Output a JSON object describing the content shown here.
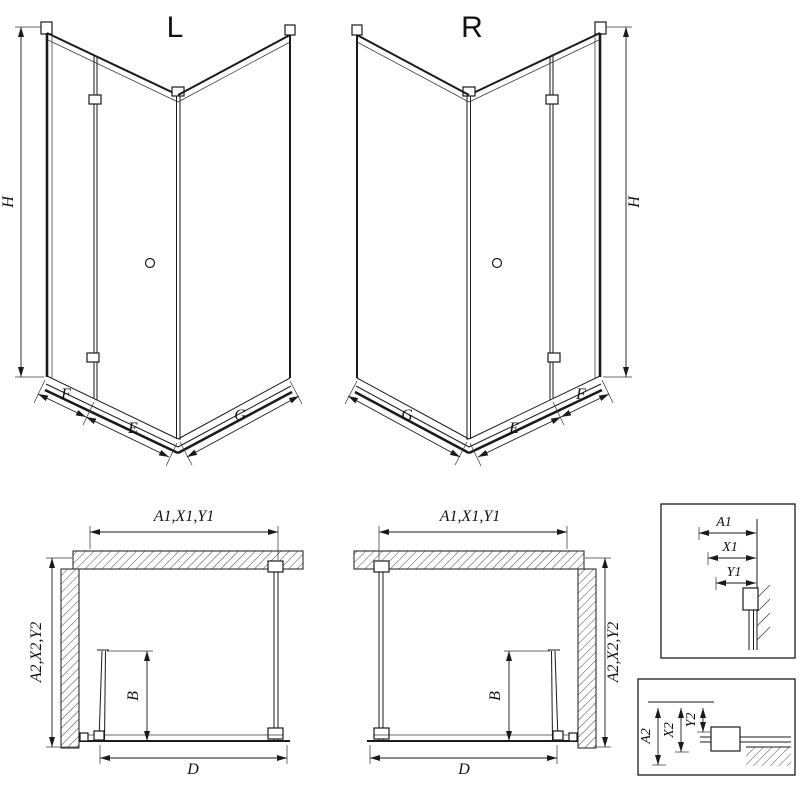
{
  "labels": {
    "left3d": {
      "title": "L",
      "h": "H",
      "f": "F",
      "e": "E",
      "g": "G"
    },
    "right3d": {
      "title": "R",
      "h": "H",
      "f": "F",
      "e": "E",
      "g": "G"
    },
    "planLeft": {
      "top": "A1,X1,Y1",
      "side": "A2,X2,Y2",
      "b": "B",
      "d": "D"
    },
    "planRight": {
      "top": "A1,X1,Y1",
      "side": "A2,X2,Y2",
      "b": "B",
      "d": "D"
    },
    "detailTop": {
      "a1": "A1",
      "x1": "X1",
      "y1": "Y1"
    },
    "detailBottom": {
      "a2": "A2",
      "x2": "X2",
      "y2": "Y2"
    }
  },
  "colors": {
    "line": "#1a1a1a",
    "background": "#ffffff"
  }
}
